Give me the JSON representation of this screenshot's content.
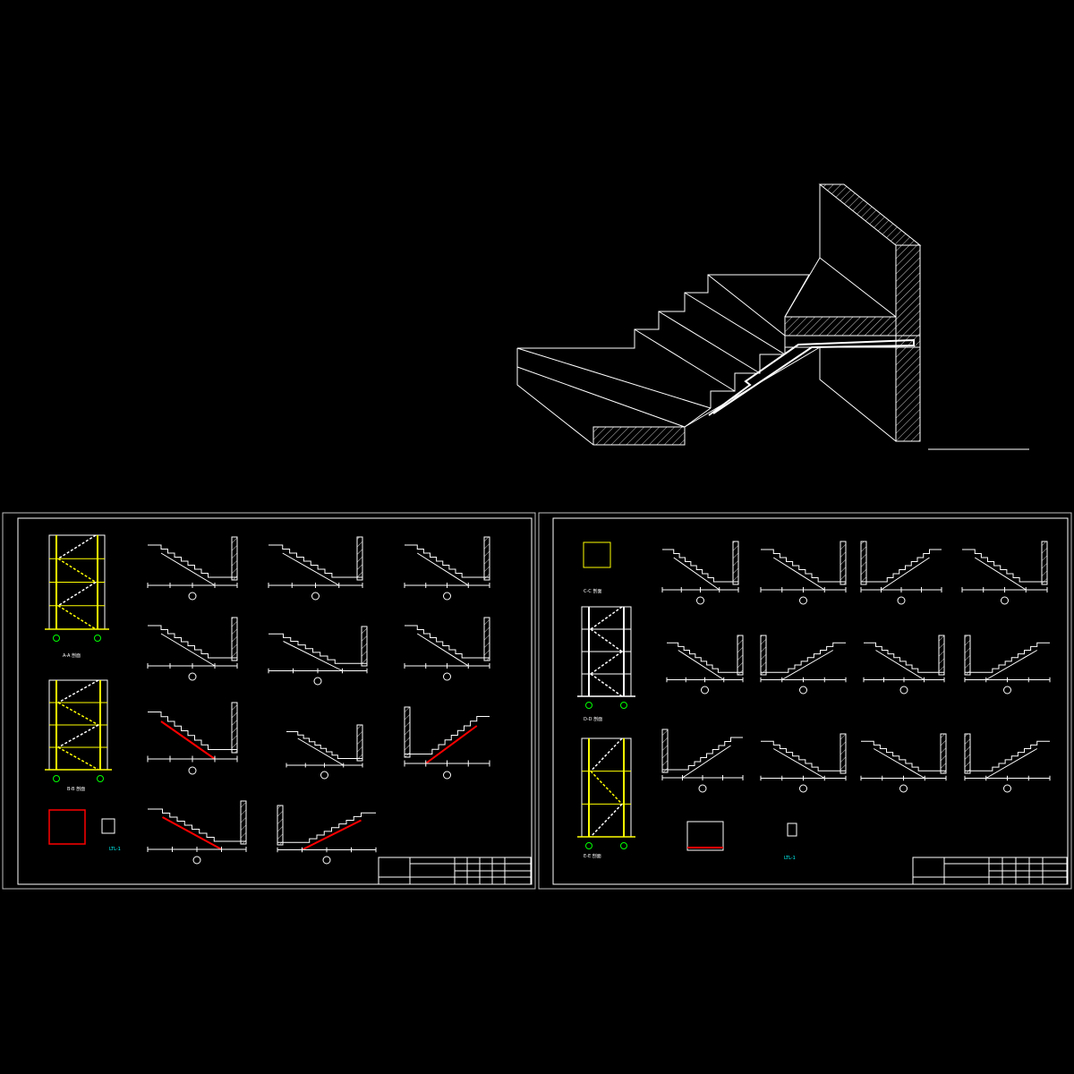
{
  "colors": {
    "background": "#000000",
    "line": "#ffffff",
    "stair_highlight": "#ffff00",
    "rebar": "#ff0000",
    "axis_bubble": "#00ff00",
    "frame": "#c0c0c0"
  },
  "sheet_left": {
    "sections": [
      "A-A 剖面",
      "B-B 剖面"
    ],
    "detail": "LTL-1"
  },
  "sheet_right": {
    "sections": [
      "C-C 剖面",
      "D-D 剖面",
      "E-E 剖面"
    ],
    "detail": "LTL-1"
  }
}
